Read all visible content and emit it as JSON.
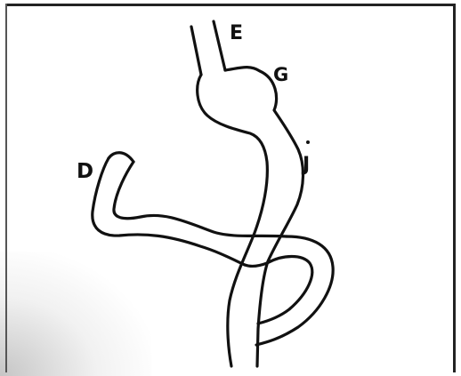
{
  "labels": {
    "e": "E",
    "g": "G",
    "j": "J",
    "d": "D"
  },
  "colors": {
    "ink": "#111111",
    "paper": "#ffffff"
  }
}
